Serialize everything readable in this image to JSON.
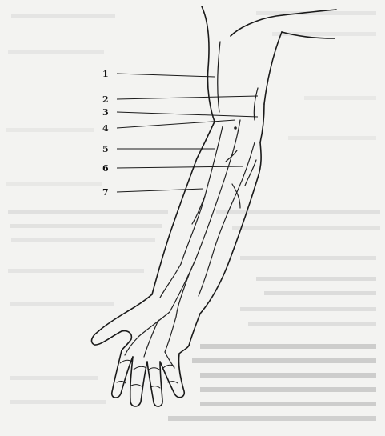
{
  "figure": {
    "callouts": [
      {
        "label": "1"
      },
      {
        "label": "2"
      },
      {
        "label": "3"
      },
      {
        "label": "4"
      },
      {
        "label": "5"
      },
      {
        "label": "6"
      },
      {
        "label": "7"
      }
    ]
  }
}
